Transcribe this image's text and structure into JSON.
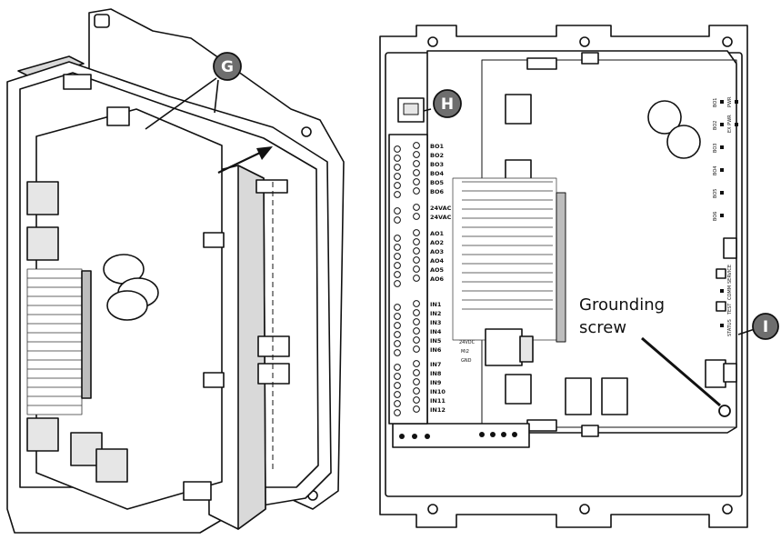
{
  "callouts": {
    "g": "G",
    "h": "H",
    "i": "I"
  },
  "labels": {
    "grounding_line1": "Grounding",
    "grounding_line2": "screw"
  },
  "terminals": {
    "bo": [
      "BO1",
      "BO2",
      "BO3",
      "BO4",
      "BO5",
      "BO6"
    ],
    "power": [
      "24VAC",
      "24VAC"
    ],
    "ao": [
      "AO1",
      "AO2",
      "AO3",
      "AO4",
      "AO5",
      "AO6"
    ],
    "in_a": [
      "IN1",
      "IN2",
      "IN3",
      "IN4",
      "IN5",
      "IN6"
    ],
    "in_b": [
      "IN7",
      "IN8",
      "IN9",
      "IN10",
      "IN11",
      "IN12"
    ]
  },
  "board_labels": {
    "leds": [
      "BO1",
      "BO2",
      "BO3",
      "BO4",
      "BO5",
      "BO6"
    ],
    "top_right": [
      "PWR",
      "EX PWR"
    ],
    "buttons": [
      "SERVICE",
      "COMM",
      "TEST",
      "STATUS"
    ],
    "small": [
      "24VDC",
      "Mi2",
      "GND"
    ]
  },
  "colors": {
    "badge_fill": "#6e6e6e",
    "line": "#111111",
    "shade": "#bdbdbd",
    "light": "#d9d9d9"
  }
}
